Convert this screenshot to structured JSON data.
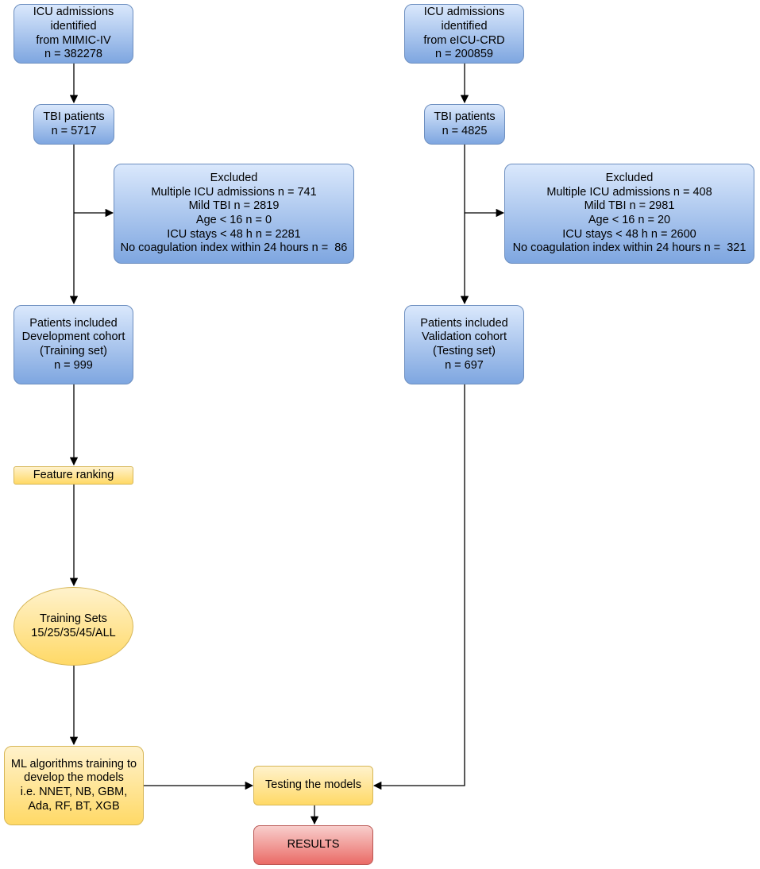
{
  "mimic_source": {
    "lines": [
      "ICU admissions",
      "identified",
      "from MIMIC-IV",
      "n = 382278"
    ]
  },
  "eicu_source": {
    "lines": [
      "ICU admissions",
      "identified",
      "from eICU-CRD",
      "n = 200859"
    ]
  },
  "mimic_tbi": {
    "lines": [
      "TBI patients",
      "n = 5717"
    ]
  },
  "eicu_tbi": {
    "lines": [
      "TBI patients",
      "n = 4825"
    ]
  },
  "mimic_excluded": {
    "lines": [
      "Excluded",
      "Multiple ICU admissions n = 741",
      "Mild TBI n = 2819",
      "Age < 16 n = 0",
      "ICU stays < 48 h n = 2281",
      "No coagulation index within 24 hours n =  86"
    ]
  },
  "eicu_excluded": {
    "lines": [
      "Excluded",
      "Multiple ICU admissions n = 408",
      "Mild TBI n = 2981",
      "Age < 16 n = 20",
      "ICU stays < 48 h n = 2600",
      "No coagulation index within 24 hours n =  321"
    ]
  },
  "development_cohort": {
    "lines": [
      "Patients included",
      "Development cohort",
      "(Training set)",
      "n = 999"
    ]
  },
  "validation_cohort": {
    "lines": [
      "Patients included",
      "Validation cohort",
      "(Testing set)",
      "n = 697"
    ]
  },
  "feature_ranking": {
    "label": "Feature ranking"
  },
  "training_sets": {
    "lines": [
      "Training Sets",
      "15/25/35/45/ALL"
    ]
  },
  "ml_training": {
    "lines": [
      "ML algorithms training to",
      "develop the models",
      "i.e. NNET, NB, GBM,",
      "Ada, RF, BT, XGB"
    ]
  },
  "testing_models": {
    "label": "Testing the models"
  },
  "results": {
    "label": "RESULTS"
  }
}
